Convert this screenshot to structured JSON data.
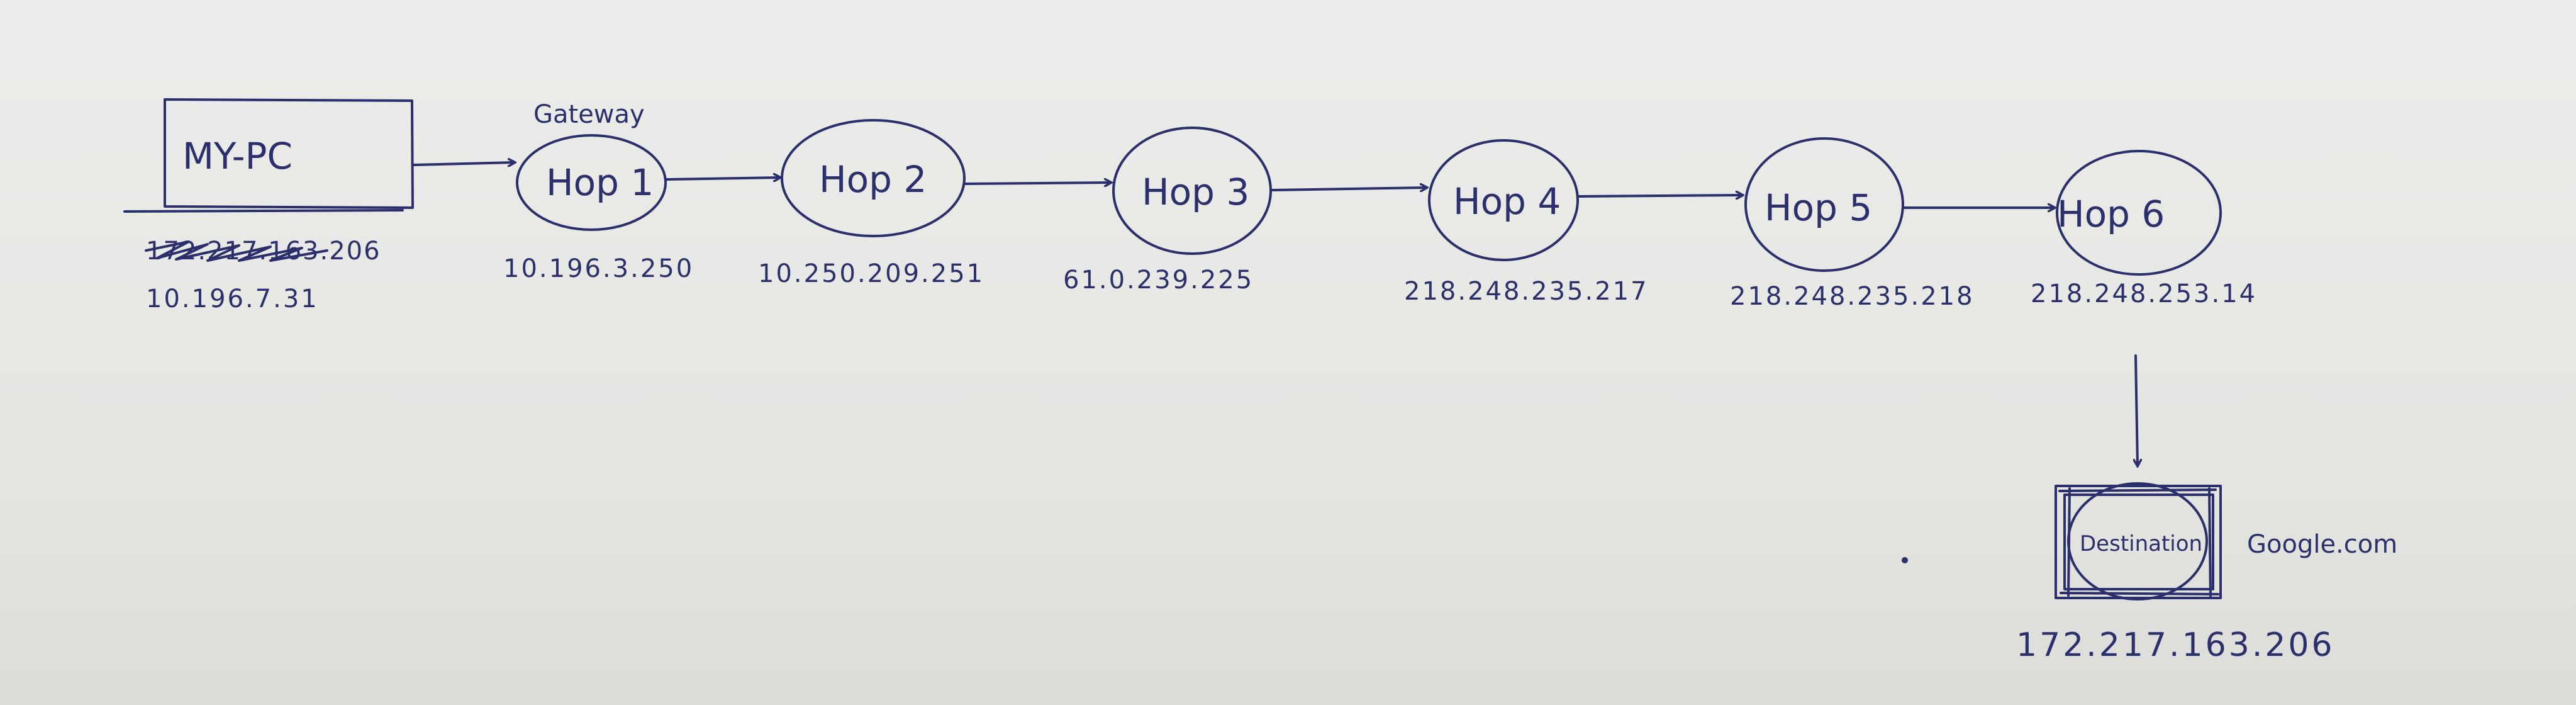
{
  "diagram": {
    "source": {
      "label": "MY-PC",
      "ip_struck": "172.217.163.206",
      "ip": "10.196.7.31"
    },
    "gateway_note": "Gateway",
    "hops": [
      {
        "label": "Hop 1",
        "ip": "10.196.3.250"
      },
      {
        "label": "Hop 2",
        "ip": "10.250.209.251"
      },
      {
        "label": "Hop 3",
        "ip": "61.0.239.225"
      },
      {
        "label": "Hop 4",
        "ip": "218.248.235.217"
      },
      {
        "label": "Hop 5",
        "ip": "218.248.235.218"
      },
      {
        "label": "Hop 6",
        "ip": "218.248.253.14"
      }
    ],
    "destination": {
      "label": "Destination",
      "host": "Google.com",
      "ip": "172.217.163.206"
    }
  }
}
